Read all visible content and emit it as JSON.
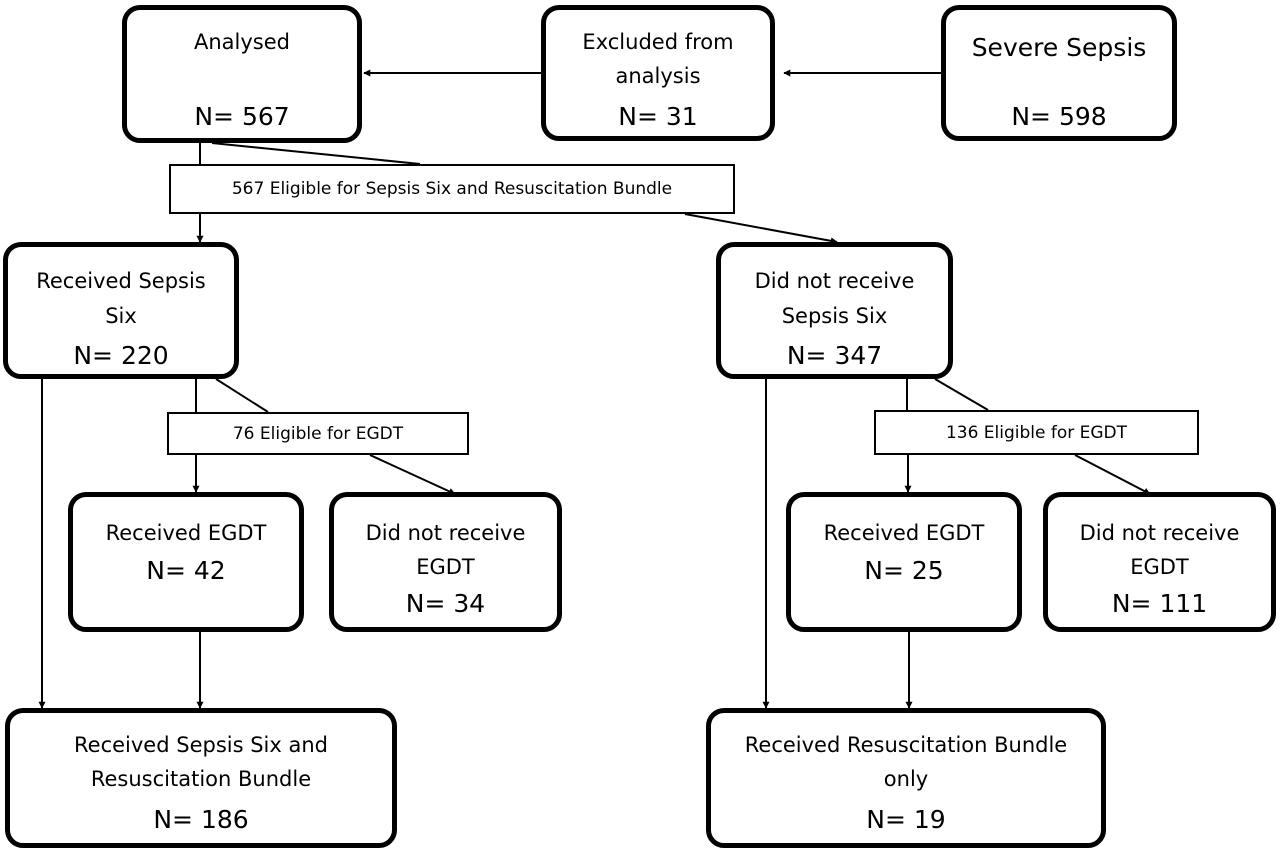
{
  "nodes": {
    "analysed": {
      "text": "Analysed",
      "n": "N= 567"
    },
    "excluded": {
      "text1": "Excluded from",
      "text2": "analysis",
      "n": "N= 31"
    },
    "severe": {
      "text": "Severe Sepsis",
      "n": "N= 598"
    },
    "eligible_main": {
      "text": "567 Eligible for Sepsis Six and Resuscitation Bundle"
    },
    "received_s6": {
      "text1": "Received Sepsis",
      "text2": "Six",
      "n": "N= 220"
    },
    "not_received_s6": {
      "text1": "Did not receive",
      "text2": "Sepsis Six",
      "n": "N= 347"
    },
    "eligible_egdt_left": {
      "text": "76 Eligible for EGDT"
    },
    "eligible_egdt_right": {
      "text": "136 Eligible for EGDT"
    },
    "received_egdt_left": {
      "text": "Received EGDT",
      "n": "N= 42"
    },
    "not_egdt_left": {
      "text1": "Did not receive",
      "text2": "EGDT",
      "n": "N= 34"
    },
    "received_egdt_right": {
      "text": "Received EGDT",
      "n": "N= 25"
    },
    "not_egdt_right": {
      "text1": "Did not receive",
      "text2": "EGDT",
      "n": "N= 111"
    },
    "bundle_left": {
      "text1": "Received Sepsis Six and",
      "text2": "Resuscitation Bundle",
      "n": "N= 186"
    },
    "bundle_right": {
      "text1": "Received Resuscitation Bundle",
      "text2": "only",
      "n": "N= 19"
    }
  }
}
